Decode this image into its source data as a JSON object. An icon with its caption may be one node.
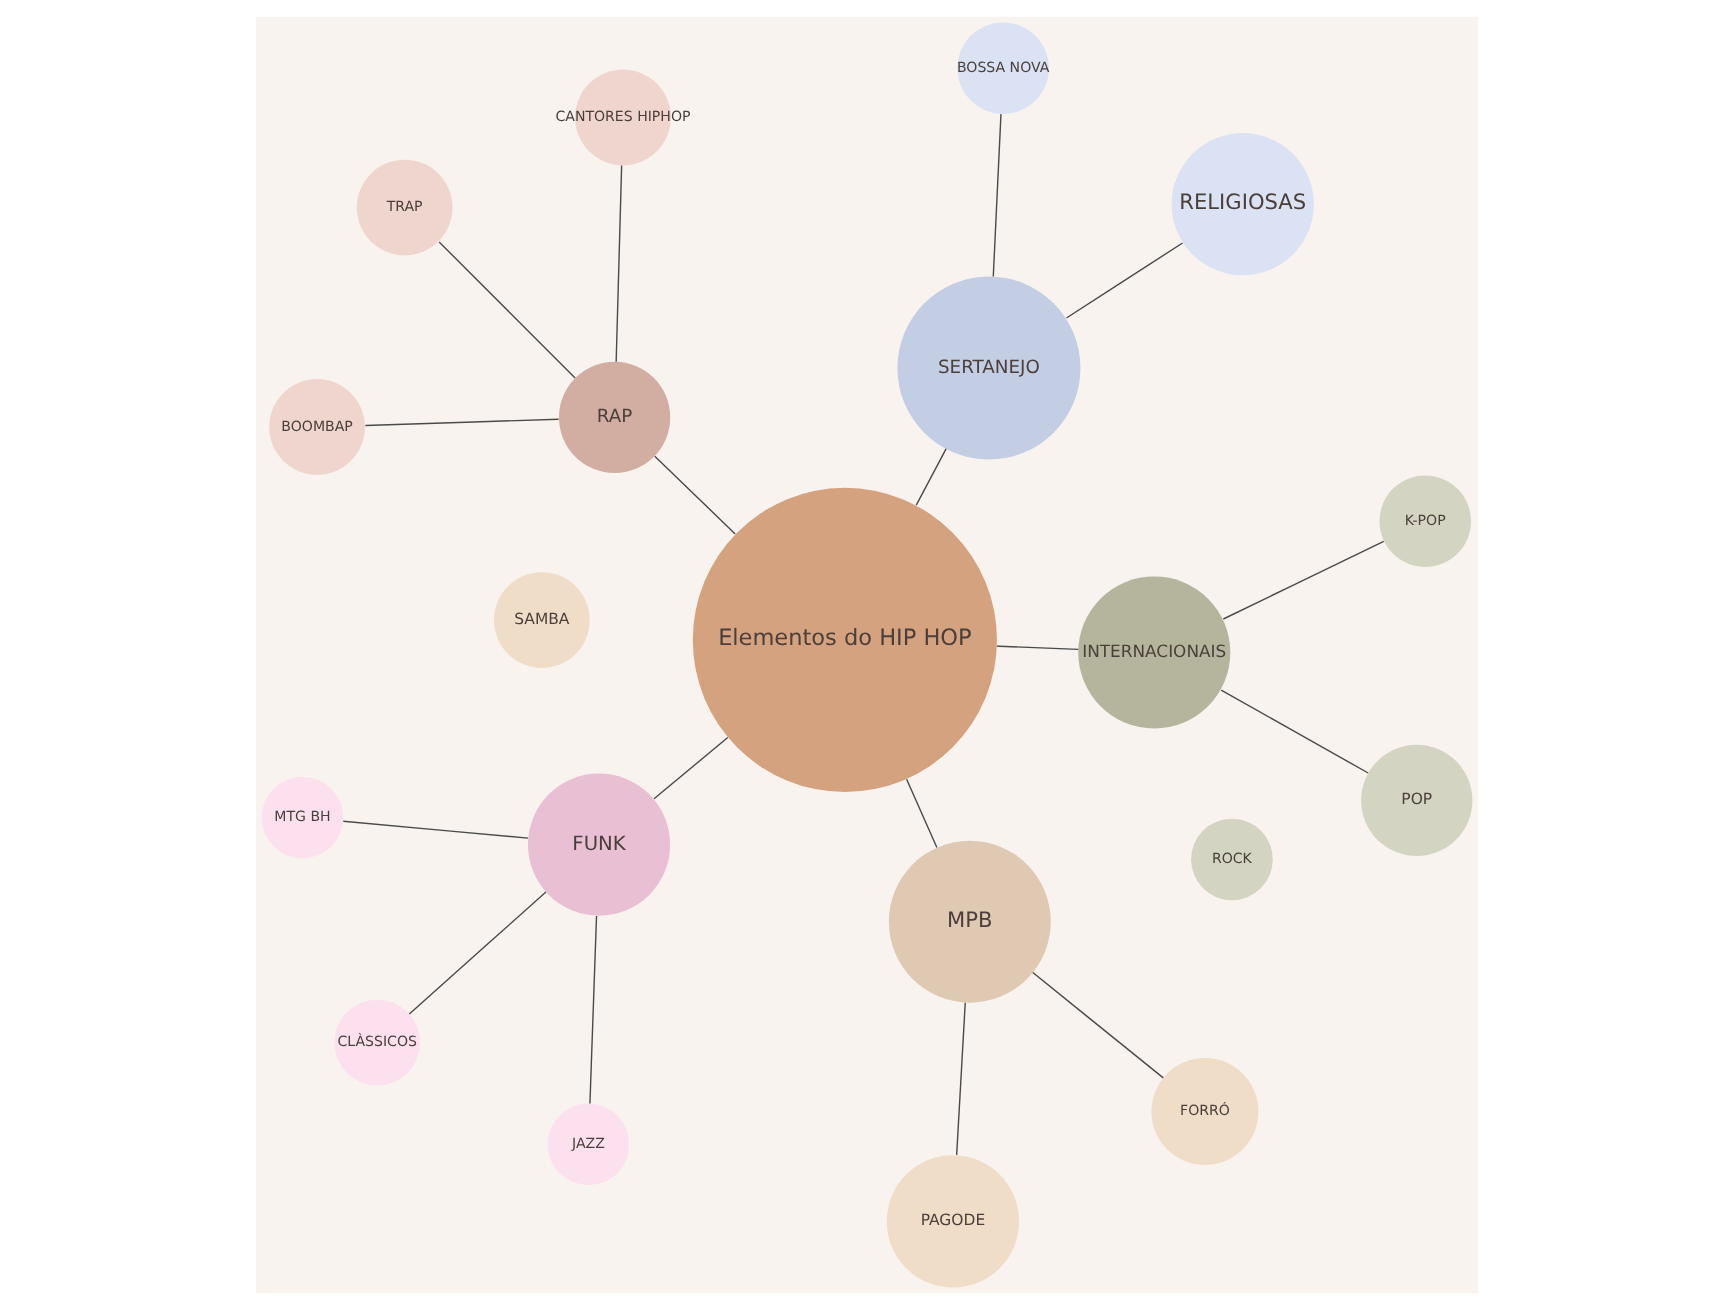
{
  "diagram": {
    "nodes": [
      {
        "text": [
          "Elementos do HIP HOP"
        ]
      },
      {
        "text": [
          "INTERNACIONAIS"
        ]
      },
      {
        "text": [
          "POP"
        ]
      },
      {
        "text": [
          "ROCK"
        ]
      },
      {
        "text": [
          "K-POP"
        ]
      },
      {
        "text": [
          "RAP"
        ]
      },
      {
        "text": [
          "TRAP"
        ]
      },
      {
        "text": [
          "BOOMBAP"
        ]
      },
      {
        "text": [
          "CANTORES HIPHOP"
        ]
      },
      {
        "text": [
          "FUNK"
        ]
      },
      {
        "text": [
          "JAZZ"
        ]
      },
      {
        "text": [
          "CLÀSSICOS"
        ]
      },
      {
        "text": [
          "MTG BH"
        ]
      },
      {
        "text": [
          "SERTANEJO"
        ]
      },
      {
        "text": [
          "RELIGIOSAS"
        ]
      },
      {
        "text": [
          "BOSSA NOVA"
        ]
      },
      {
        "text": [
          "MPB"
        ]
      },
      {
        "text": [
          "FORRÓ"
        ]
      },
      {
        "text": [
          "SAMBA"
        ]
      },
      {
        "text": [
          "PAGODE"
        ]
      }
    ],
    "edges": [
      {
        "from": 0,
        "to": 1,
        "arrow": "none"
      },
      {
        "from": 1,
        "to": 2,
        "arrow": "none"
      },
      {
        "from": 1,
        "to": 4,
        "arrow": "none"
      },
      {
        "from": 0,
        "to": 5,
        "arrow": "none"
      },
      {
        "from": 5,
        "to": 6,
        "arrow": "none"
      },
      {
        "from": 5,
        "to": 7,
        "arrow": "none"
      },
      {
        "from": 5,
        "to": 8,
        "arrow": "none"
      },
      {
        "from": 0,
        "to": 9,
        "arrow": "none"
      },
      {
        "from": 9,
        "to": 10,
        "arrow": "none"
      },
      {
        "from": 9,
        "to": 11,
        "arrow": "none"
      },
      {
        "from": 9,
        "to": 12,
        "arrow": "none"
      },
      {
        "from": 0,
        "to": 13,
        "arrow": "none"
      },
      {
        "from": 13,
        "to": 14,
        "arrow": "none"
      },
      {
        "from": 13,
        "to": 15,
        "arrow": "none"
      },
      {
        "from": 0,
        "to": 16,
        "arrow": "none"
      },
      {
        "from": 16,
        "to": 17,
        "arrow": "none"
      },
      {
        "from": 16,
        "to": 19,
        "arrow": "none"
      }
    ]
  }
}
